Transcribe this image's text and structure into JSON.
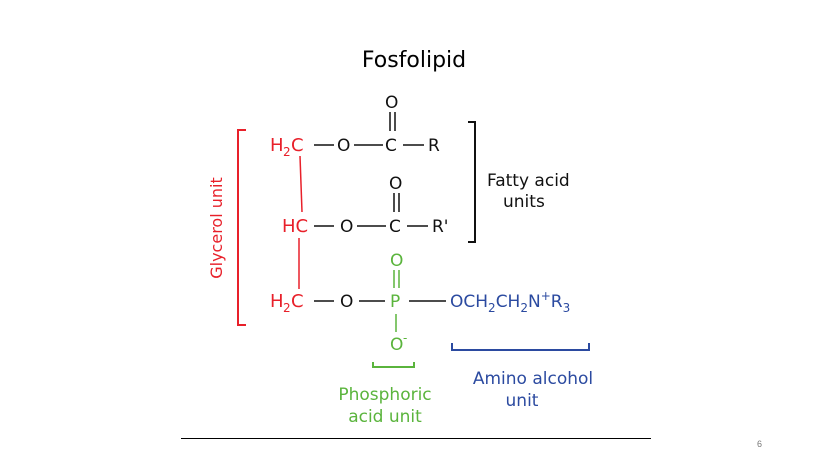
{
  "slide": {
    "title": "Fosfolipid",
    "page_number": "6"
  },
  "molecule": {
    "row1": {
      "h": "H",
      "sub2": "2",
      "c": "C",
      "o": "O",
      "carbonyl_c": "C",
      "carbonyl_o": "O",
      "r": "R"
    },
    "row2": {
      "hc": "HC",
      "o": "O",
      "carbonyl_c": "C",
      "carbonyl_o": "O",
      "r": "R'"
    },
    "row3": {
      "h": "H",
      "sub2": "2",
      "c": "C",
      "o": "O",
      "p": "P",
      "p_double_o": "O",
      "p_single_o": "O",
      "p_minus": "-",
      "och": "OCH",
      "sub2a": "2",
      "ch": "CH",
      "sub2b": "2",
      "n": "N",
      "plus": "+",
      "r": "R",
      "sub3": "3"
    }
  },
  "labels": {
    "glycerol": "Glycerol unit",
    "fatty_line1": "Fatty acid",
    "fatty_line2": "units",
    "phosphoric_line1": "Phosphoric",
    "phosphoric_line2": "acid unit",
    "amino_line1": "Amino alcohol",
    "amino_line2": "unit"
  },
  "colors": {
    "glycerol": "#e8202a",
    "phosphate": "#5ab43c",
    "amino": "#2b4aa0",
    "black": "#111111"
  }
}
